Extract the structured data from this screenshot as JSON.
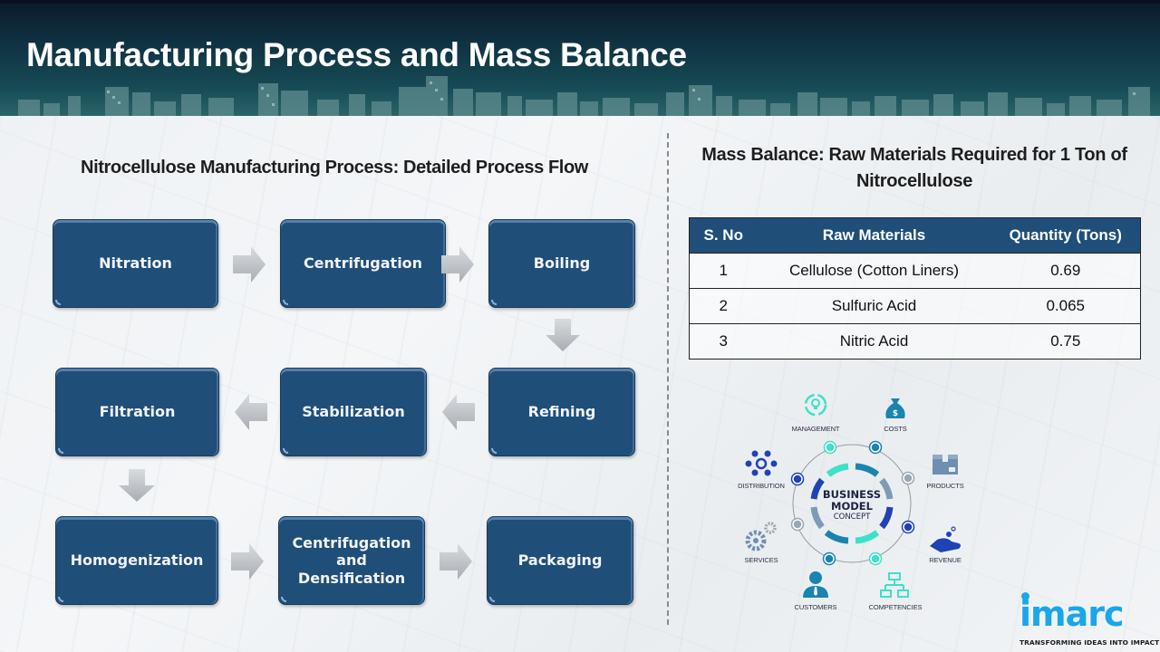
{
  "header": {
    "title": "Manufacturing Process and Mass Balance"
  },
  "process": {
    "title": "Nitrocellulose Manufacturing Process: Detailed Process Flow",
    "steps": [
      {
        "label": "Nitration"
      },
      {
        "label": "Centrifugation"
      },
      {
        "label": "Boiling"
      },
      {
        "label": "Refining"
      },
      {
        "label": "Stabilization"
      },
      {
        "label": "Filtration"
      },
      {
        "label": "Homogenization"
      },
      {
        "label": "Centrifugation and Densification"
      },
      {
        "label": "Packaging"
      }
    ],
    "colors": {
      "box": "#1f4e79",
      "arrow": "#bfc3c8"
    }
  },
  "mass_balance": {
    "title_line1": "Mass Balance: Raw Materials Required for 1 Ton of",
    "title_line2": "Nitrocellulose",
    "columns": [
      "S. No",
      "Raw Materials",
      "Quantity  (Tons)"
    ],
    "rows": [
      {
        "sno": "1",
        "material": "Cellulose  (Cotton Liners)",
        "quantity": "0.69"
      },
      {
        "sno": "2",
        "material": "Sulfuric Acid",
        "quantity": "0.065"
      },
      {
        "sno": "3",
        "material": "Nitric Acid",
        "quantity": "0.75"
      }
    ],
    "header_color": "#1f4e79"
  },
  "business_model": {
    "center_line1": "BUSINESS",
    "center_line2": "MODEL",
    "center_line3": "CONCEPT",
    "items": {
      "management": "MANAGEMENT",
      "costs": "COSTS",
      "products": "PRODUCTS",
      "revenue": "REVENUE",
      "competencies": "COMPETENCIES",
      "customers": "CUSTOMERS",
      "services": "SERVICES",
      "distribution": "DISTRIBUTION"
    }
  },
  "logo": {
    "name": "imarc",
    "tagline": "TRANSFORMING IDEAS INTO IMPACT",
    "color": "#1aa6ea"
  }
}
